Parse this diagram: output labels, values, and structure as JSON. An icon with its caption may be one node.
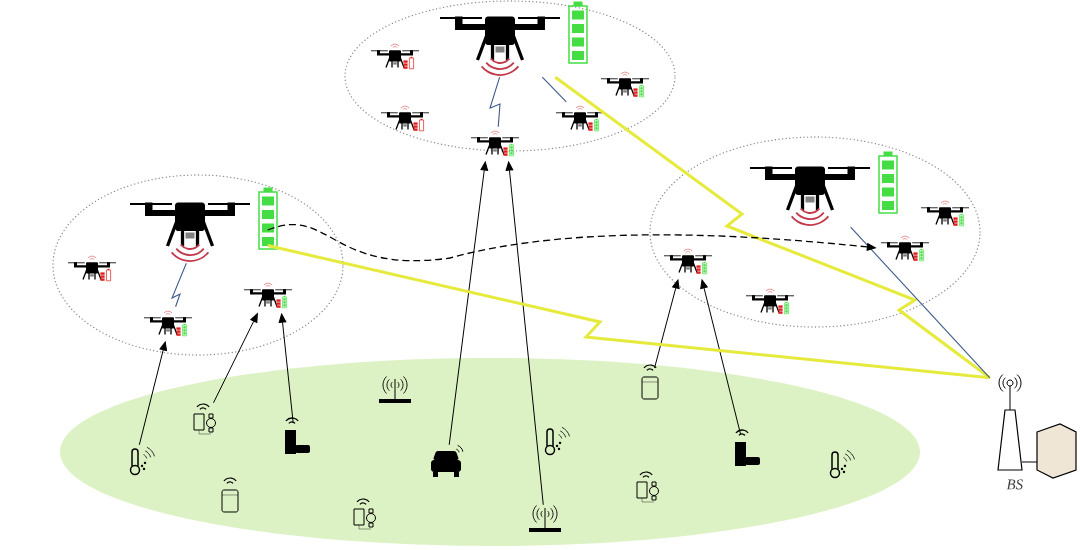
{
  "diagram": {
    "nodes": [
      {
        "text": [],
        "shape": "ellipse"
      },
      {
        "text": [],
        "shape": "ellipse"
      },
      {
        "text": [],
        "shape": "ellipse"
      },
      {
        "text": [],
        "shape": "picture",
        "in": 0
      },
      {
        "text": [],
        "shape": "picture",
        "in": 0
      },
      {
        "text": [],
        "shape": "picture",
        "in": 0
      },
      {
        "text": [],
        "shape": "picture",
        "in": 0
      },
      {
        "text": [],
        "shape": "picture",
        "in": 0
      },
      {
        "text": [],
        "shape": "picture",
        "in": 0
      },
      {
        "text": [],
        "shape": "picture",
        "in": 1
      },
      {
        "text": [],
        "shape": "picture",
        "in": 1
      },
      {
        "text": [],
        "shape": "picture",
        "in": 1
      },
      {
        "text": [],
        "shape": "picture",
        "in": 1
      },
      {
        "text": [],
        "shape": "picture",
        "in": 2
      },
      {
        "text": [],
        "shape": "picture",
        "in": 2
      },
      {
        "text": [],
        "shape": "picture",
        "in": 2
      },
      {
        "text": [],
        "shape": "picture",
        "in": 2
      },
      {
        "text": [],
        "shape": "picture",
        "in": 2
      },
      {
        "text": [],
        "shape": "ellipse"
      },
      {
        "text": [],
        "shape": "picture",
        "in": 18
      },
      {
        "text": [],
        "shape": "picture",
        "in": 18
      },
      {
        "text": [],
        "shape": "picture",
        "in": 18
      },
      {
        "text": [],
        "shape": "picture",
        "in": 18
      },
      {
        "text": [],
        "shape": "picture",
        "in": 18
      },
      {
        "text": [],
        "shape": "picture",
        "in": 18
      },
      {
        "text": [],
        "shape": "picture",
        "in": 18
      },
      {
        "text": [],
        "shape": "picture",
        "in": 18
      },
      {
        "text": [],
        "shape": "picture",
        "in": 18
      },
      {
        "text": [],
        "shape": "picture",
        "in": 18
      },
      {
        "text": [],
        "shape": "picture",
        "in": 18
      },
      {
        "text": [],
        "shape": "picture",
        "in": 18
      },
      {
        "text": [],
        "shape": "picture",
        "in": 18
      },
      {
        "text": [
          "BS"
        ]
      }
    ],
    "edges": [
      {
        "from": 19,
        "to": 11,
        "arrow": "to"
      },
      {
        "from": 20,
        "to": 12,
        "arrow": "to"
      },
      {
        "from": 21,
        "to": 12,
        "arrow": "to"
      },
      {
        "from": 23,
        "to": 6,
        "arrow": "to"
      },
      {
        "from": 27,
        "to": 6,
        "arrow": "to"
      },
      {
        "from": 28,
        "to": 14,
        "arrow": "to"
      },
      {
        "from": 30,
        "to": 14,
        "arrow": "to"
      },
      {
        "from": 11,
        "to": 9,
        "arrow": "none",
        "color": "#3d5a8a"
      },
      {
        "from": 6,
        "to": 3,
        "arrow": "none",
        "color": "#3d5a8a"
      },
      {
        "from": 3,
        "to": 7,
        "arrow": "none",
        "color": "#3d5a8a"
      },
      {
        "from": 9,
        "to": 32,
        "arrow": "none",
        "style": "thick",
        "color": "#e6ea3c"
      },
      {
        "from": 3,
        "to": 32,
        "arrow": "none",
        "style": "thick",
        "color": "#e6ea3c"
      },
      {
        "from": 13,
        "to": 32,
        "arrow": "none",
        "color": "#3d5a8a"
      },
      {
        "from": 9,
        "to": 16,
        "arrow": "to",
        "style": "dashed"
      }
    ]
  }
}
